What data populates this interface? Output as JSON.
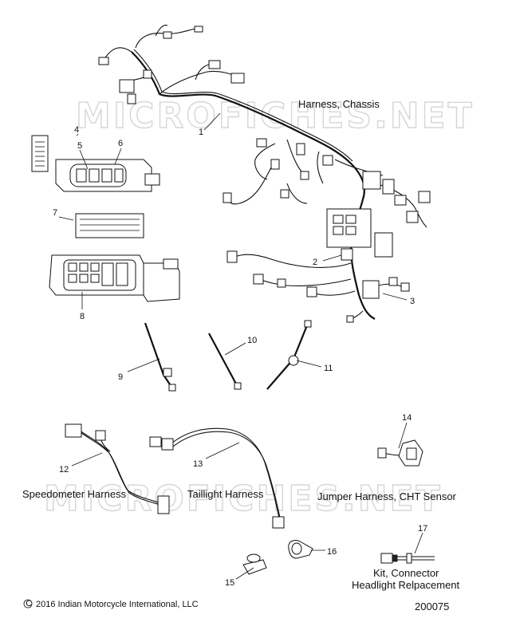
{
  "watermark": "MICROFICHES.NET",
  "labels": {
    "harness_chassis": "Harness, Chassis",
    "speedometer_harness": "Speedometer Harness",
    "taillight_harness": "Taillight Harness",
    "jumper_harness": "Jumper Harness, CHT Sensor",
    "kit_connector_line1": "Kit, Connector",
    "kit_connector_line2": "Headlight Relpacement"
  },
  "callouts": [
    "1",
    "2",
    "3",
    "4",
    "5",
    "6",
    "7",
    "8",
    "9",
    "10",
    "11",
    "12",
    "13",
    "14",
    "15",
    "16",
    "17"
  ],
  "footer": {
    "copyright_symbol": "C",
    "copyright": "2016 Indian Motorcycle International, LLC",
    "diagram_code": "200075"
  }
}
